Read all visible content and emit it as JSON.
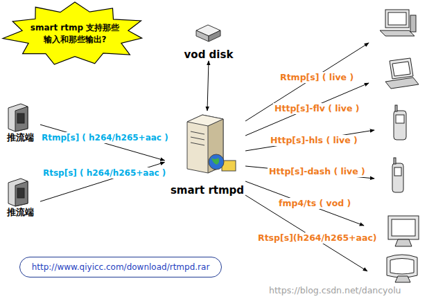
{
  "diagram": {
    "nodes": [
      {
        "text": [
          "smart rtmp 支持那些 输入和那些输出?"
        ]
      },
      {
        "text": [
          "vod disk"
        ]
      },
      {
        "text": [
          "推流端"
        ]
      },
      {
        "text": [
          "smart rtmpd"
        ]
      },
      {
        "text": [
          "推流端"
        ]
      },
      {
        "text": [
          "http://www.qiyicc.com/download/rtmpd.rar"
        ]
      }
    ],
    "edges": [
      {
        "from": 2,
        "to": 3,
        "arrow": "to",
        "label": "Rtmp[s] ( h264/h265+aac )"
      },
      {
        "from": 4,
        "to": 3,
        "arrow": "to",
        "label": "Rtsp[s] ( h264/h265+aac )"
      },
      {
        "from": 1,
        "to": 3,
        "arrow": "both"
      }
    ],
    "labels": [
      "Rtmp[s] ( live )",
      "Http[s]-flv ( live )",
      "Http[s]-hls ( live )",
      "Http[s]-dash ( live )",
      "fmp4/ts ( vod )",
      "Rtsp[s](h264/h265+aac)",
      "https://blog.csdn.net/dancyolu"
    ]
  }
}
